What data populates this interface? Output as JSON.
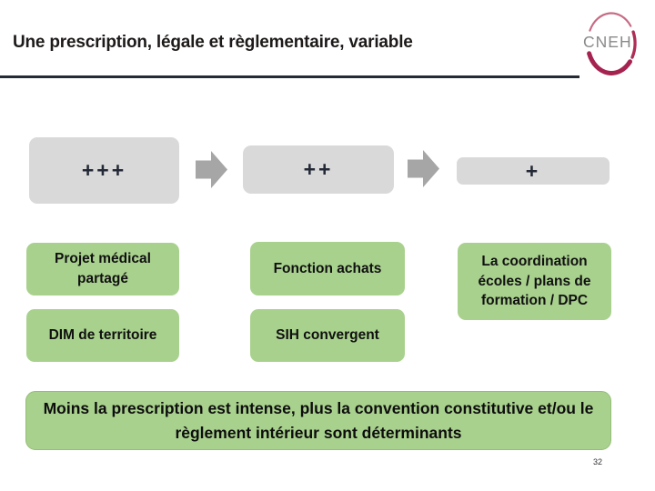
{
  "slide": {
    "title": "Une prescription, légale et règlementaire, variable",
    "page_number": "32"
  },
  "logo": {
    "text": "CNEH"
  },
  "flow": {
    "columns": [
      {
        "intensity": "+++",
        "boxes": [
          "Projet médical partagé",
          "DIM de territoire"
        ]
      },
      {
        "intensity": "++",
        "boxes": [
          "Fonction achats",
          "SIH convergent"
        ]
      },
      {
        "intensity": "+",
        "boxes": [
          "La coordination écoles / plans de formation / DPC"
        ]
      }
    ]
  },
  "banner": {
    "text": "Moins la prescription est intense, plus la convention constitutive et/ou le règlement intérieur sont déterminants"
  },
  "colors": {
    "green": "#a9d18e",
    "gray_box": "#d9d9d9",
    "arrow_gray": "#a6a6a6",
    "rule_dark": "#262a32",
    "logo_crimson": "#a52350",
    "logo_pink": "#c76b85",
    "logo_text_gray": "#8a8a8a",
    "text_black": "#1d1a19"
  }
}
